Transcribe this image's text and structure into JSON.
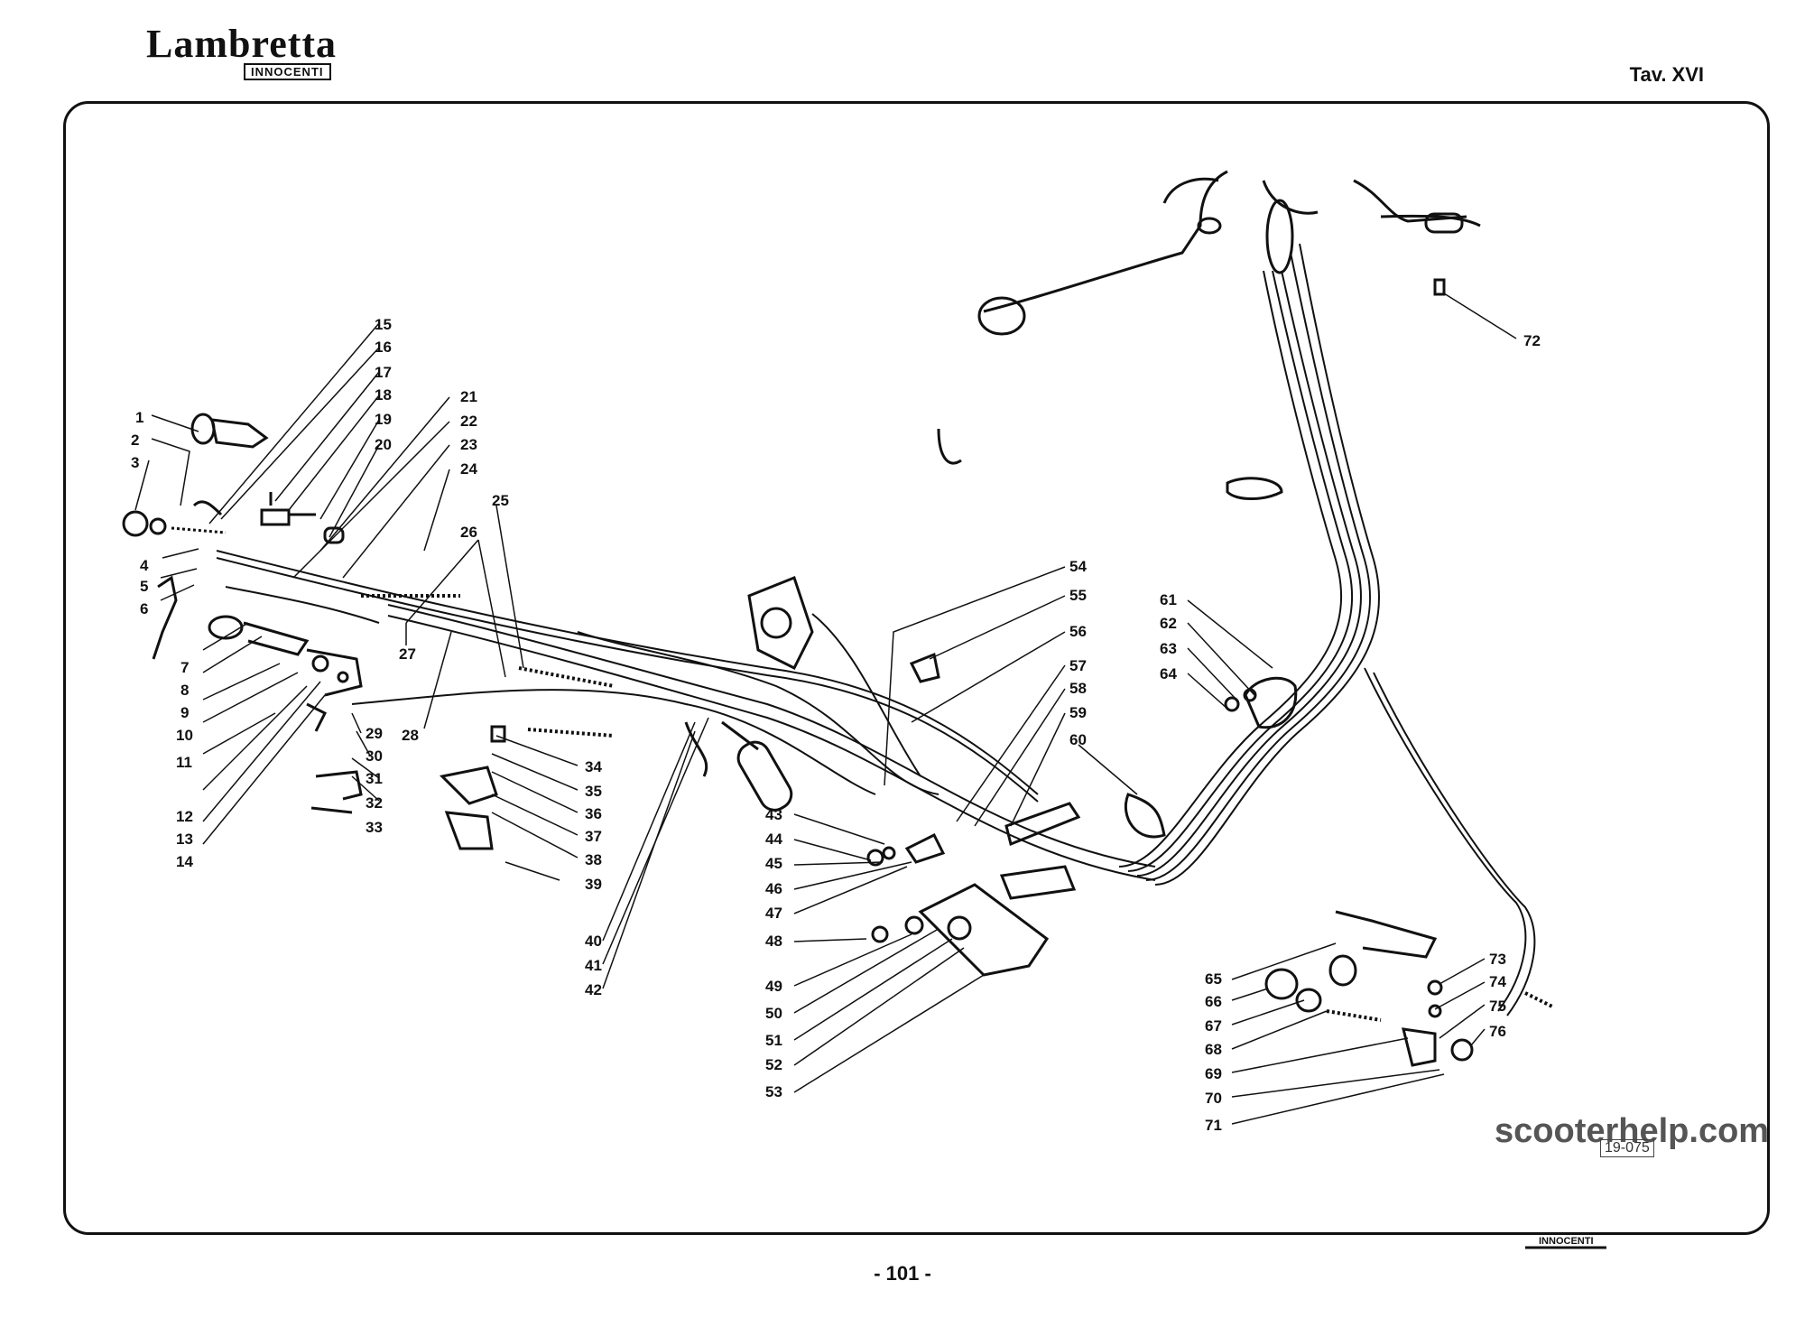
{
  "header": {
    "brand": "Lambretta",
    "brand_sub": "INNOCENTI",
    "plate": "Tav. XVI"
  },
  "footer": {
    "page_number": "- 101 -",
    "watermark": "scooterhelp.com",
    "code": "19-075",
    "logo_text": "INNOCENTI"
  },
  "part_numbers": {
    "p1": "1",
    "p2": "2",
    "p3": "3",
    "p4": "4",
    "p5": "5",
    "p6": "6",
    "p7": "7",
    "p8": "8",
    "p9": "9",
    "p10": "10",
    "p11": "11",
    "p12": "12",
    "p13": "13",
    "p14": "14",
    "p15": "15",
    "p16": "16",
    "p17": "17",
    "p18": "18",
    "p19": "19",
    "p20": "20",
    "p21": "21",
    "p22": "22",
    "p23": "23",
    "p24": "24",
    "p25": "25",
    "p26": "26",
    "p27": "27",
    "p28": "28",
    "p29": "29",
    "p30": "30",
    "p31": "31",
    "p32": "32",
    "p33": "33",
    "p34": "34",
    "p35": "35",
    "p36": "36",
    "p37": "37",
    "p38": "38",
    "p39": "39",
    "p40": "40",
    "p41": "41",
    "p42": "42",
    "p43": "43",
    "p44": "44",
    "p45": "45",
    "p46": "46",
    "p47": "47",
    "p48": "48",
    "p49": "49",
    "p50": "50",
    "p51": "51",
    "p52": "52",
    "p53": "53",
    "p54": "54",
    "p55": "55",
    "p56": "56",
    "p57": "57",
    "p58": "58",
    "p59": "59",
    "p60": "60",
    "p61": "61",
    "p62": "62",
    "p63": "63",
    "p64": "64",
    "p65": "65",
    "p66": "66",
    "p67": "67",
    "p68": "68",
    "p69": "69",
    "p70": "70",
    "p71": "71",
    "p72": "72",
    "p73": "73",
    "p74": "74",
    "p75": "75",
    "p76": "76"
  }
}
